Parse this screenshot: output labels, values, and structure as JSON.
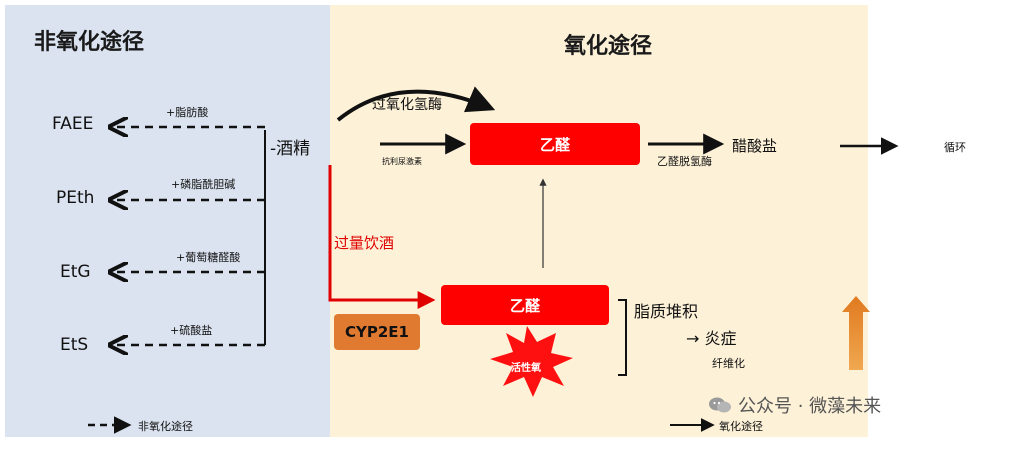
{
  "titles": {
    "non_oxidative": "非氧化途径",
    "oxidative": "氧化途径"
  },
  "left": {
    "ethanol": "-酒精",
    "products": [
      {
        "name": "FAEE",
        "label": "+脂肪酸"
      },
      {
        "name": "PEth",
        "label": "+磷脂酰胆碱"
      },
      {
        "name": "EtG",
        "label": "+葡萄糖醛酸"
      },
      {
        "name": "EtS",
        "label": "+硫酸盐"
      }
    ]
  },
  "right": {
    "peroxide": "过氧化氢酶",
    "antidiuretic": "抗利尿激素",
    "acetaldehyde_top": "乙醛",
    "acetaldehyde_bottom": "乙醛",
    "adh": "乙醛脱氢酶",
    "acetate": "醋酸盐",
    "cycle": "循环",
    "excess": "过量饮酒",
    "cyp": "CYP2E1",
    "ros": "活性氧",
    "fat": "脂质堆积",
    "inflammation": "→ 炎症",
    "fibrosis": "纤维化"
  },
  "legend": {
    "non_oxidative": "非氧化途径",
    "oxidative": "氧化途径"
  },
  "watermark": "公众号 · 微藻未来",
  "colors": {
    "left_bg": "#dbe3f0",
    "right_bg": "#fdf1d8",
    "red": "#ff0000",
    "cyp": "#e07a30"
  }
}
